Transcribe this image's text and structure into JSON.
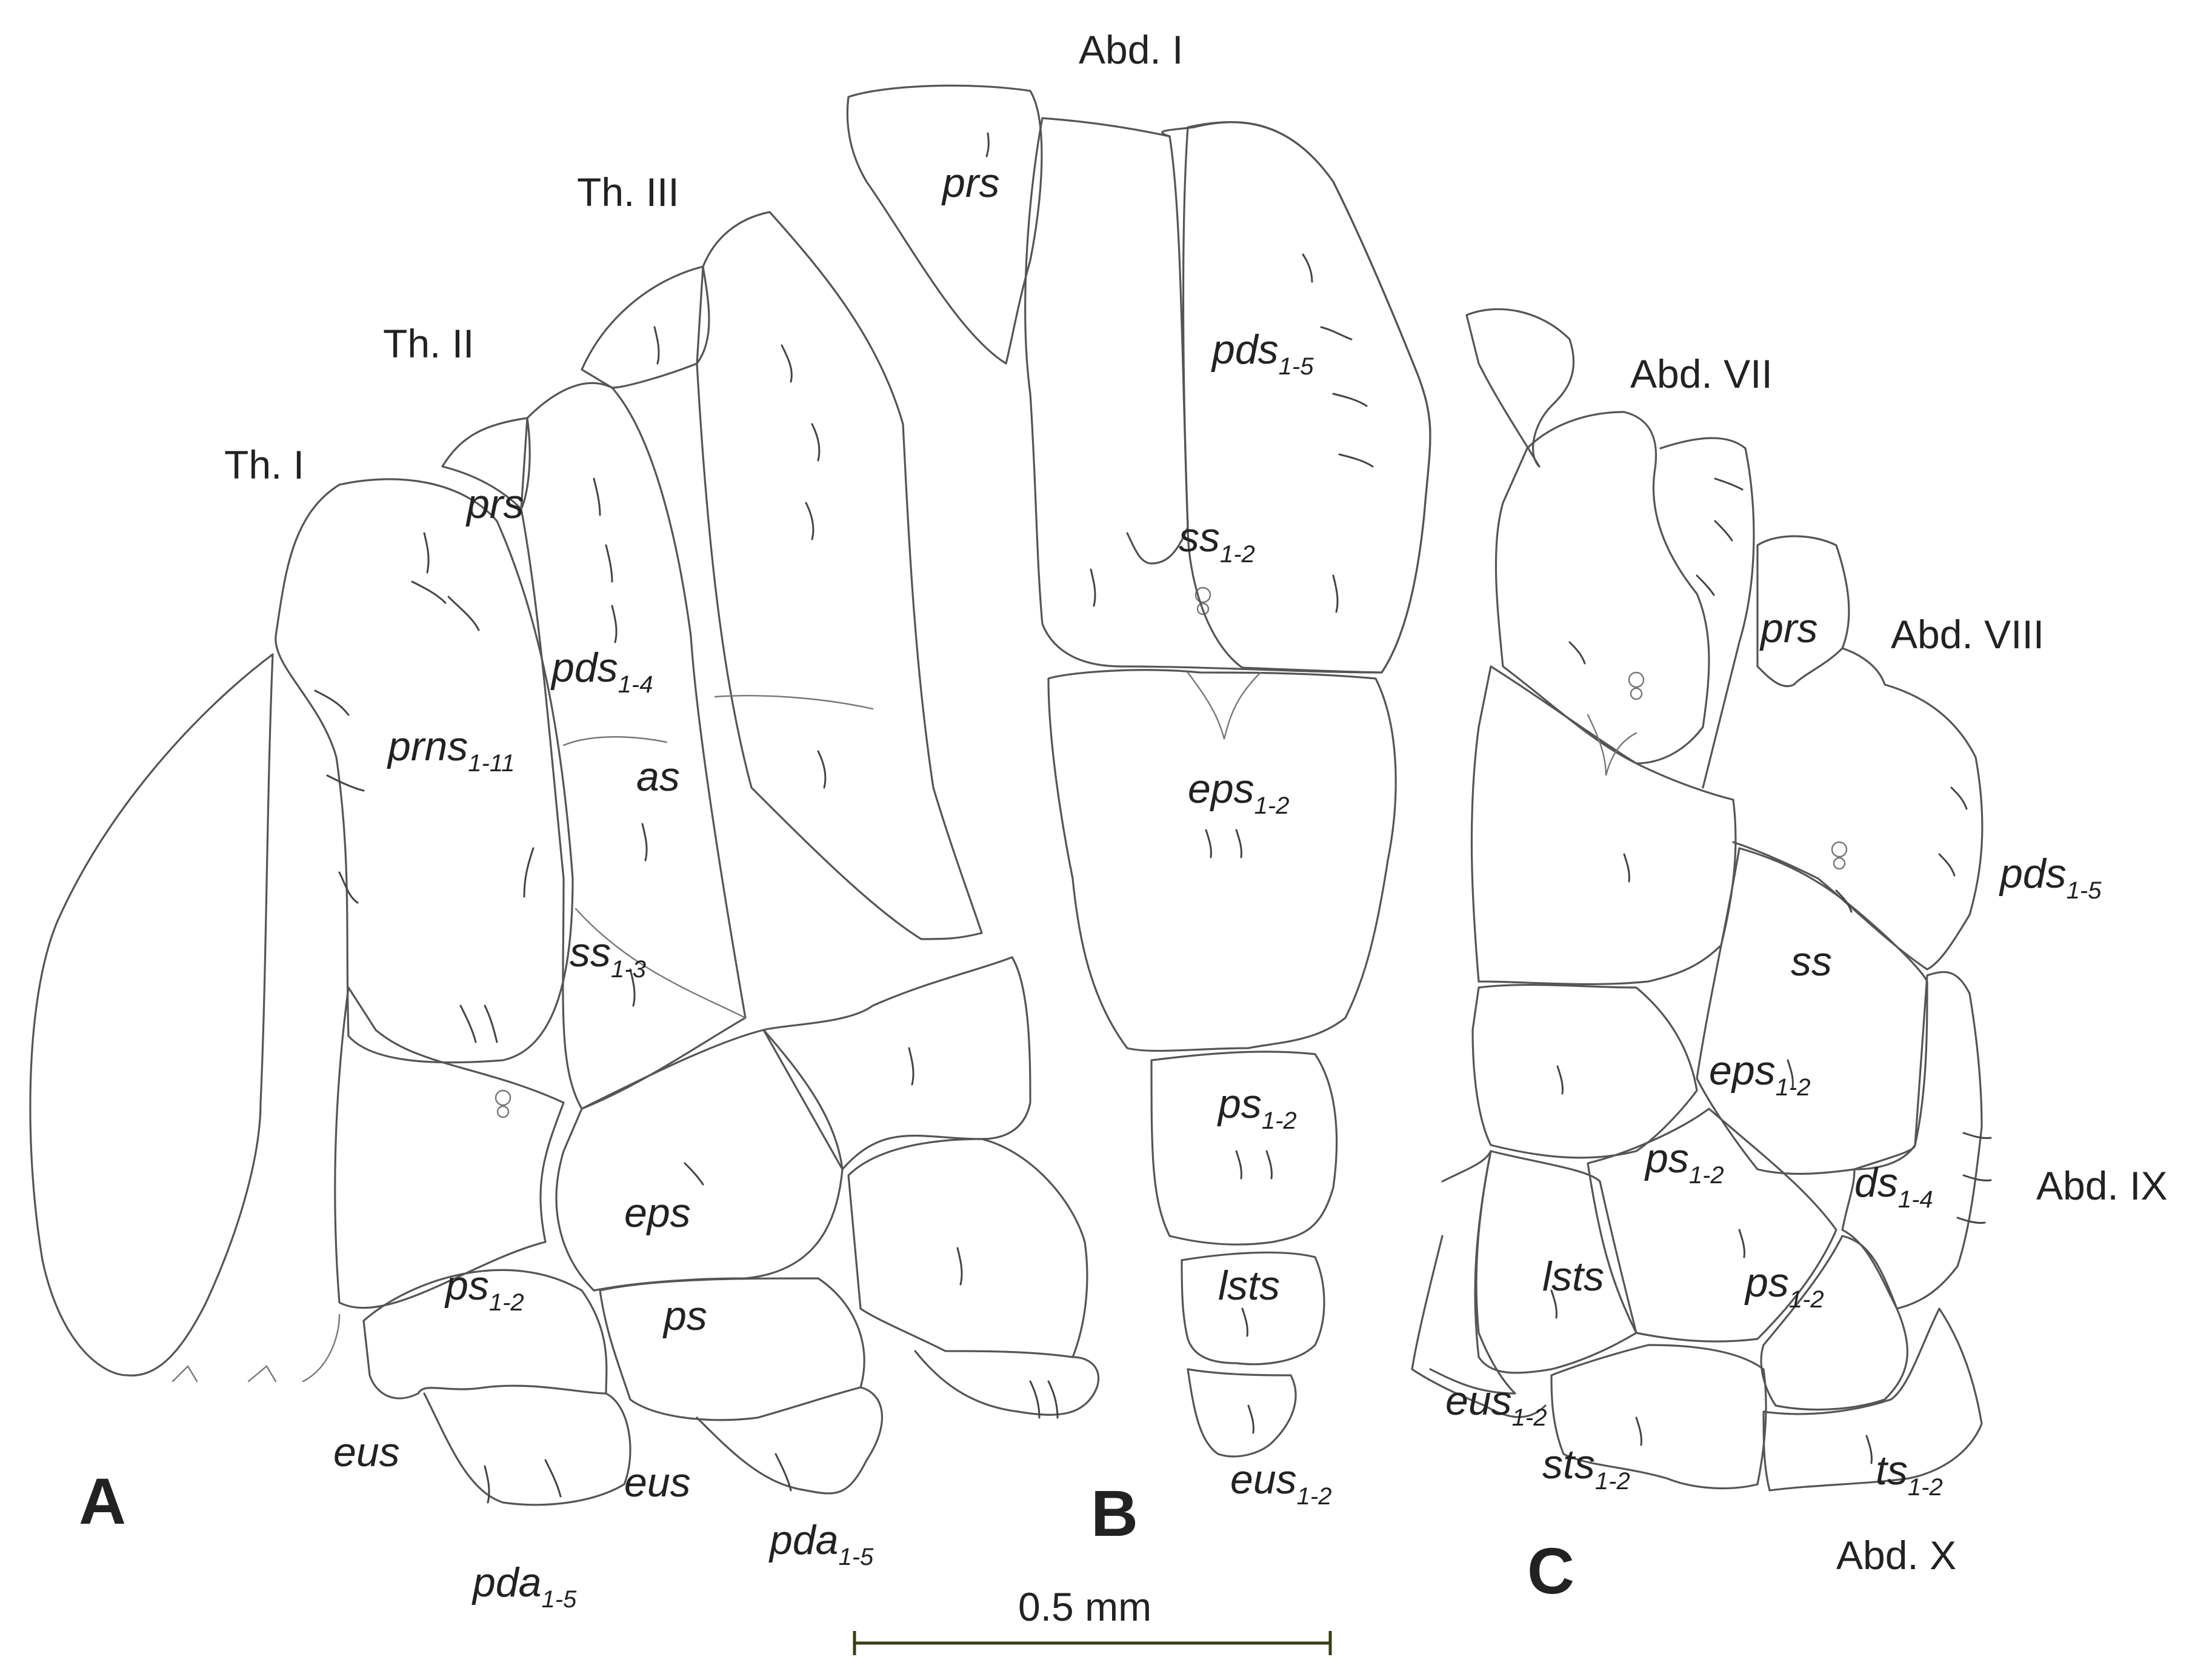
{
  "panels": [
    "A",
    "B",
    "C"
  ],
  "segment_labels": [
    {
      "id": "th1",
      "text": "Th. I"
    },
    {
      "id": "th2",
      "text": "Th. II"
    },
    {
      "id": "th3",
      "text": "Th. III"
    },
    {
      "id": "abd1",
      "text": "Abd. I"
    },
    {
      "id": "abd7",
      "text": "Abd. VII"
    },
    {
      "id": "abd8",
      "text": "Abd. VIII"
    },
    {
      "id": "abd9",
      "text": "Abd. IX"
    },
    {
      "id": "abd10",
      "text": "Abd. X"
    }
  ],
  "chaetae_labels": [
    {
      "id": "a-prs",
      "base": "prs",
      "sub": ""
    },
    {
      "id": "a-pds",
      "base": "pds",
      "sub": "1-4"
    },
    {
      "id": "a-prns",
      "base": "prns",
      "sub": "1-11"
    },
    {
      "id": "a-as",
      "base": "as",
      "sub": ""
    },
    {
      "id": "a-ss",
      "base": "ss",
      "sub": "1-3"
    },
    {
      "id": "a-eps",
      "base": "eps",
      "sub": ""
    },
    {
      "id": "a-ps12",
      "base": "ps",
      "sub": "1-2"
    },
    {
      "id": "a-ps",
      "base": "ps",
      "sub": ""
    },
    {
      "id": "a-eus1",
      "base": "eus",
      "sub": ""
    },
    {
      "id": "a-eus2",
      "base": "eus",
      "sub": ""
    },
    {
      "id": "a-pda1",
      "base": "pda",
      "sub": "1-5"
    },
    {
      "id": "a-pda2",
      "base": "pda",
      "sub": "1-5"
    },
    {
      "id": "b-prs",
      "base": "prs",
      "sub": ""
    },
    {
      "id": "b-pds",
      "base": "pds",
      "sub": "1-5"
    },
    {
      "id": "b-ss",
      "base": "ss",
      "sub": "1-2"
    },
    {
      "id": "b-eps",
      "base": "eps",
      "sub": "1-2"
    },
    {
      "id": "b-ps",
      "base": "ps",
      "sub": "1-2"
    },
    {
      "id": "b-lsts",
      "base": "lsts",
      "sub": ""
    },
    {
      "id": "b-eus",
      "base": "eus",
      "sub": "1-2"
    },
    {
      "id": "c-prs",
      "base": "prs",
      "sub": ""
    },
    {
      "id": "c-pds",
      "base": "pds",
      "sub": "1-5"
    },
    {
      "id": "c-ss",
      "base": "ss",
      "sub": ""
    },
    {
      "id": "c-eps",
      "base": "eps",
      "sub": "1-2"
    },
    {
      "id": "c-ps-a",
      "base": "ps",
      "sub": "1-2"
    },
    {
      "id": "c-ds",
      "base": "ds",
      "sub": "1-4"
    },
    {
      "id": "c-ps-b",
      "base": "ps",
      "sub": "1-2"
    },
    {
      "id": "c-lsts",
      "base": "lsts",
      "sub": ""
    },
    {
      "id": "c-eus",
      "base": "eus",
      "sub": "1-2"
    },
    {
      "id": "c-sts",
      "base": "sts",
      "sub": "1-2"
    },
    {
      "id": "c-ts",
      "base": "ts",
      "sub": "1-2"
    }
  ],
  "scale_bar": {
    "label": "0.5 mm"
  }
}
